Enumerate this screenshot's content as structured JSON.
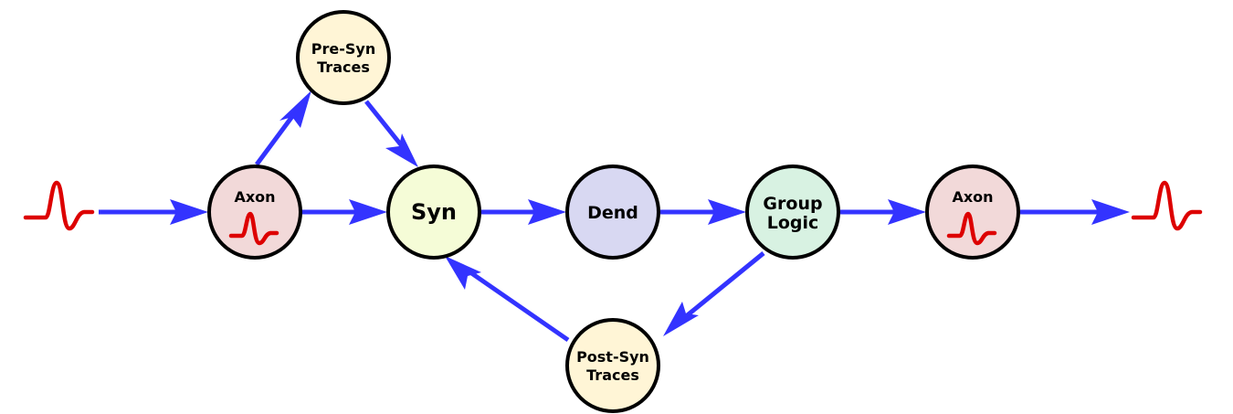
{
  "nodes": {
    "axon_in": {
      "line1": "Axon"
    },
    "pre_syn": {
      "line1": "Pre-Syn",
      "line2": "Traces"
    },
    "syn": {
      "line1": "Syn"
    },
    "dend": {
      "line1": "Dend"
    },
    "group": {
      "line1": "Group",
      "line2": "Logic"
    },
    "axon_out": {
      "line1": "Axon"
    },
    "post_syn": {
      "line1": "Post-Syn",
      "line2": "Traces"
    }
  },
  "colors": {
    "axon": "#f2d9d9",
    "traces": "#fff5d6",
    "syn": "#f5fcd7",
    "dend": "#d8d8f2",
    "group": "#d8f2e2",
    "edge": "#3333ff",
    "spike": "#dd0000"
  },
  "icons": {
    "input_spike": "spike-waveform-icon",
    "output_spike": "spike-waveform-icon",
    "axon_spike": "spike-waveform-icon"
  }
}
